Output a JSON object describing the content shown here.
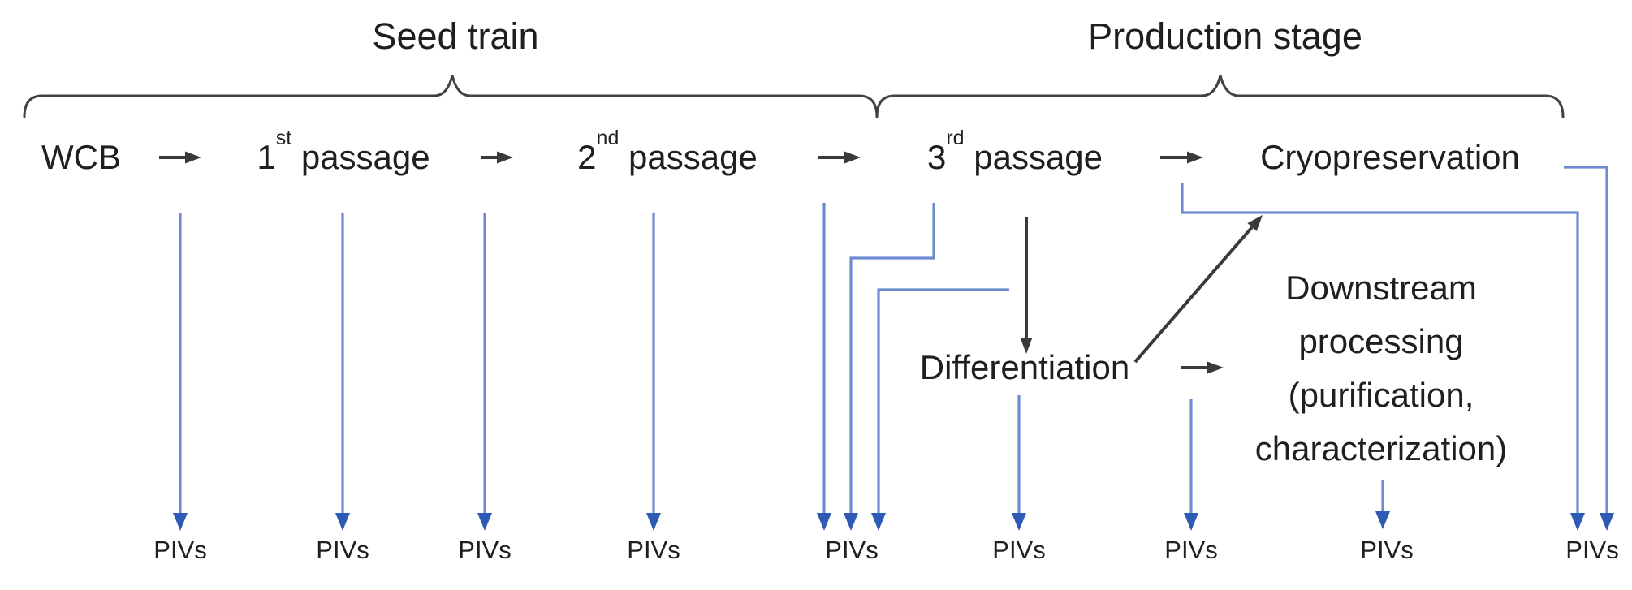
{
  "figure": {
    "kind": "process-flow-diagram",
    "phases": {
      "seed_train": "Seed train",
      "production_stage": "Production stage"
    },
    "stages": [
      {
        "label": "WCB"
      },
      {
        "num": "1",
        "sup": "st",
        "rest": " passage"
      },
      {
        "num": "2",
        "sup": "nd",
        "rest": " passage"
      },
      {
        "num": "3",
        "sup": "rd",
        "rest": " passage"
      },
      {
        "label": "Cryopreservation"
      }
    ],
    "branch": {
      "differentiation": "Differentiation",
      "downstream": {
        "lines": [
          "Downstream",
          "processing",
          "(purification,",
          "characterization)"
        ]
      }
    },
    "piv_labels": [
      "PIVs",
      "PIVs",
      "PIVs",
      "PIVs",
      "PIVs",
      "PIVs",
      "PIVs",
      "PIVs",
      "PIVs"
    ],
    "colors": {
      "text": "#1f1f1f",
      "black_connector": "#3a3a3a",
      "brace": "#424242",
      "blue_connector": "#6e8bd1",
      "blue_arrowhead": "#2d5ab4",
      "background": "#ffffff"
    }
  }
}
